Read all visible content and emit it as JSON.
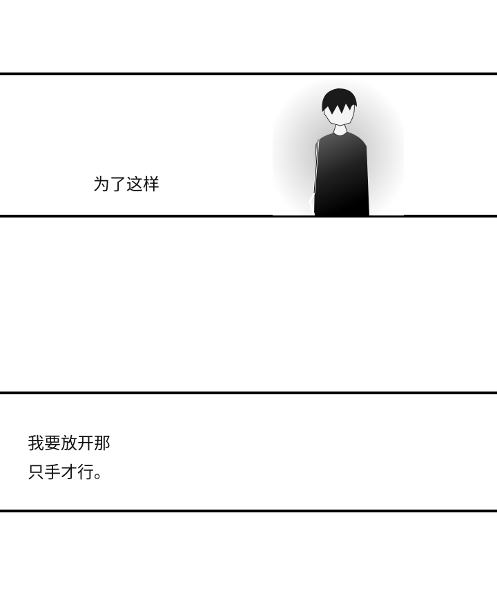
{
  "panel1": {
    "caption": "为了这样"
  },
  "panel3": {
    "lines": [
      "我要放开那",
      "只手才行。"
    ]
  }
}
